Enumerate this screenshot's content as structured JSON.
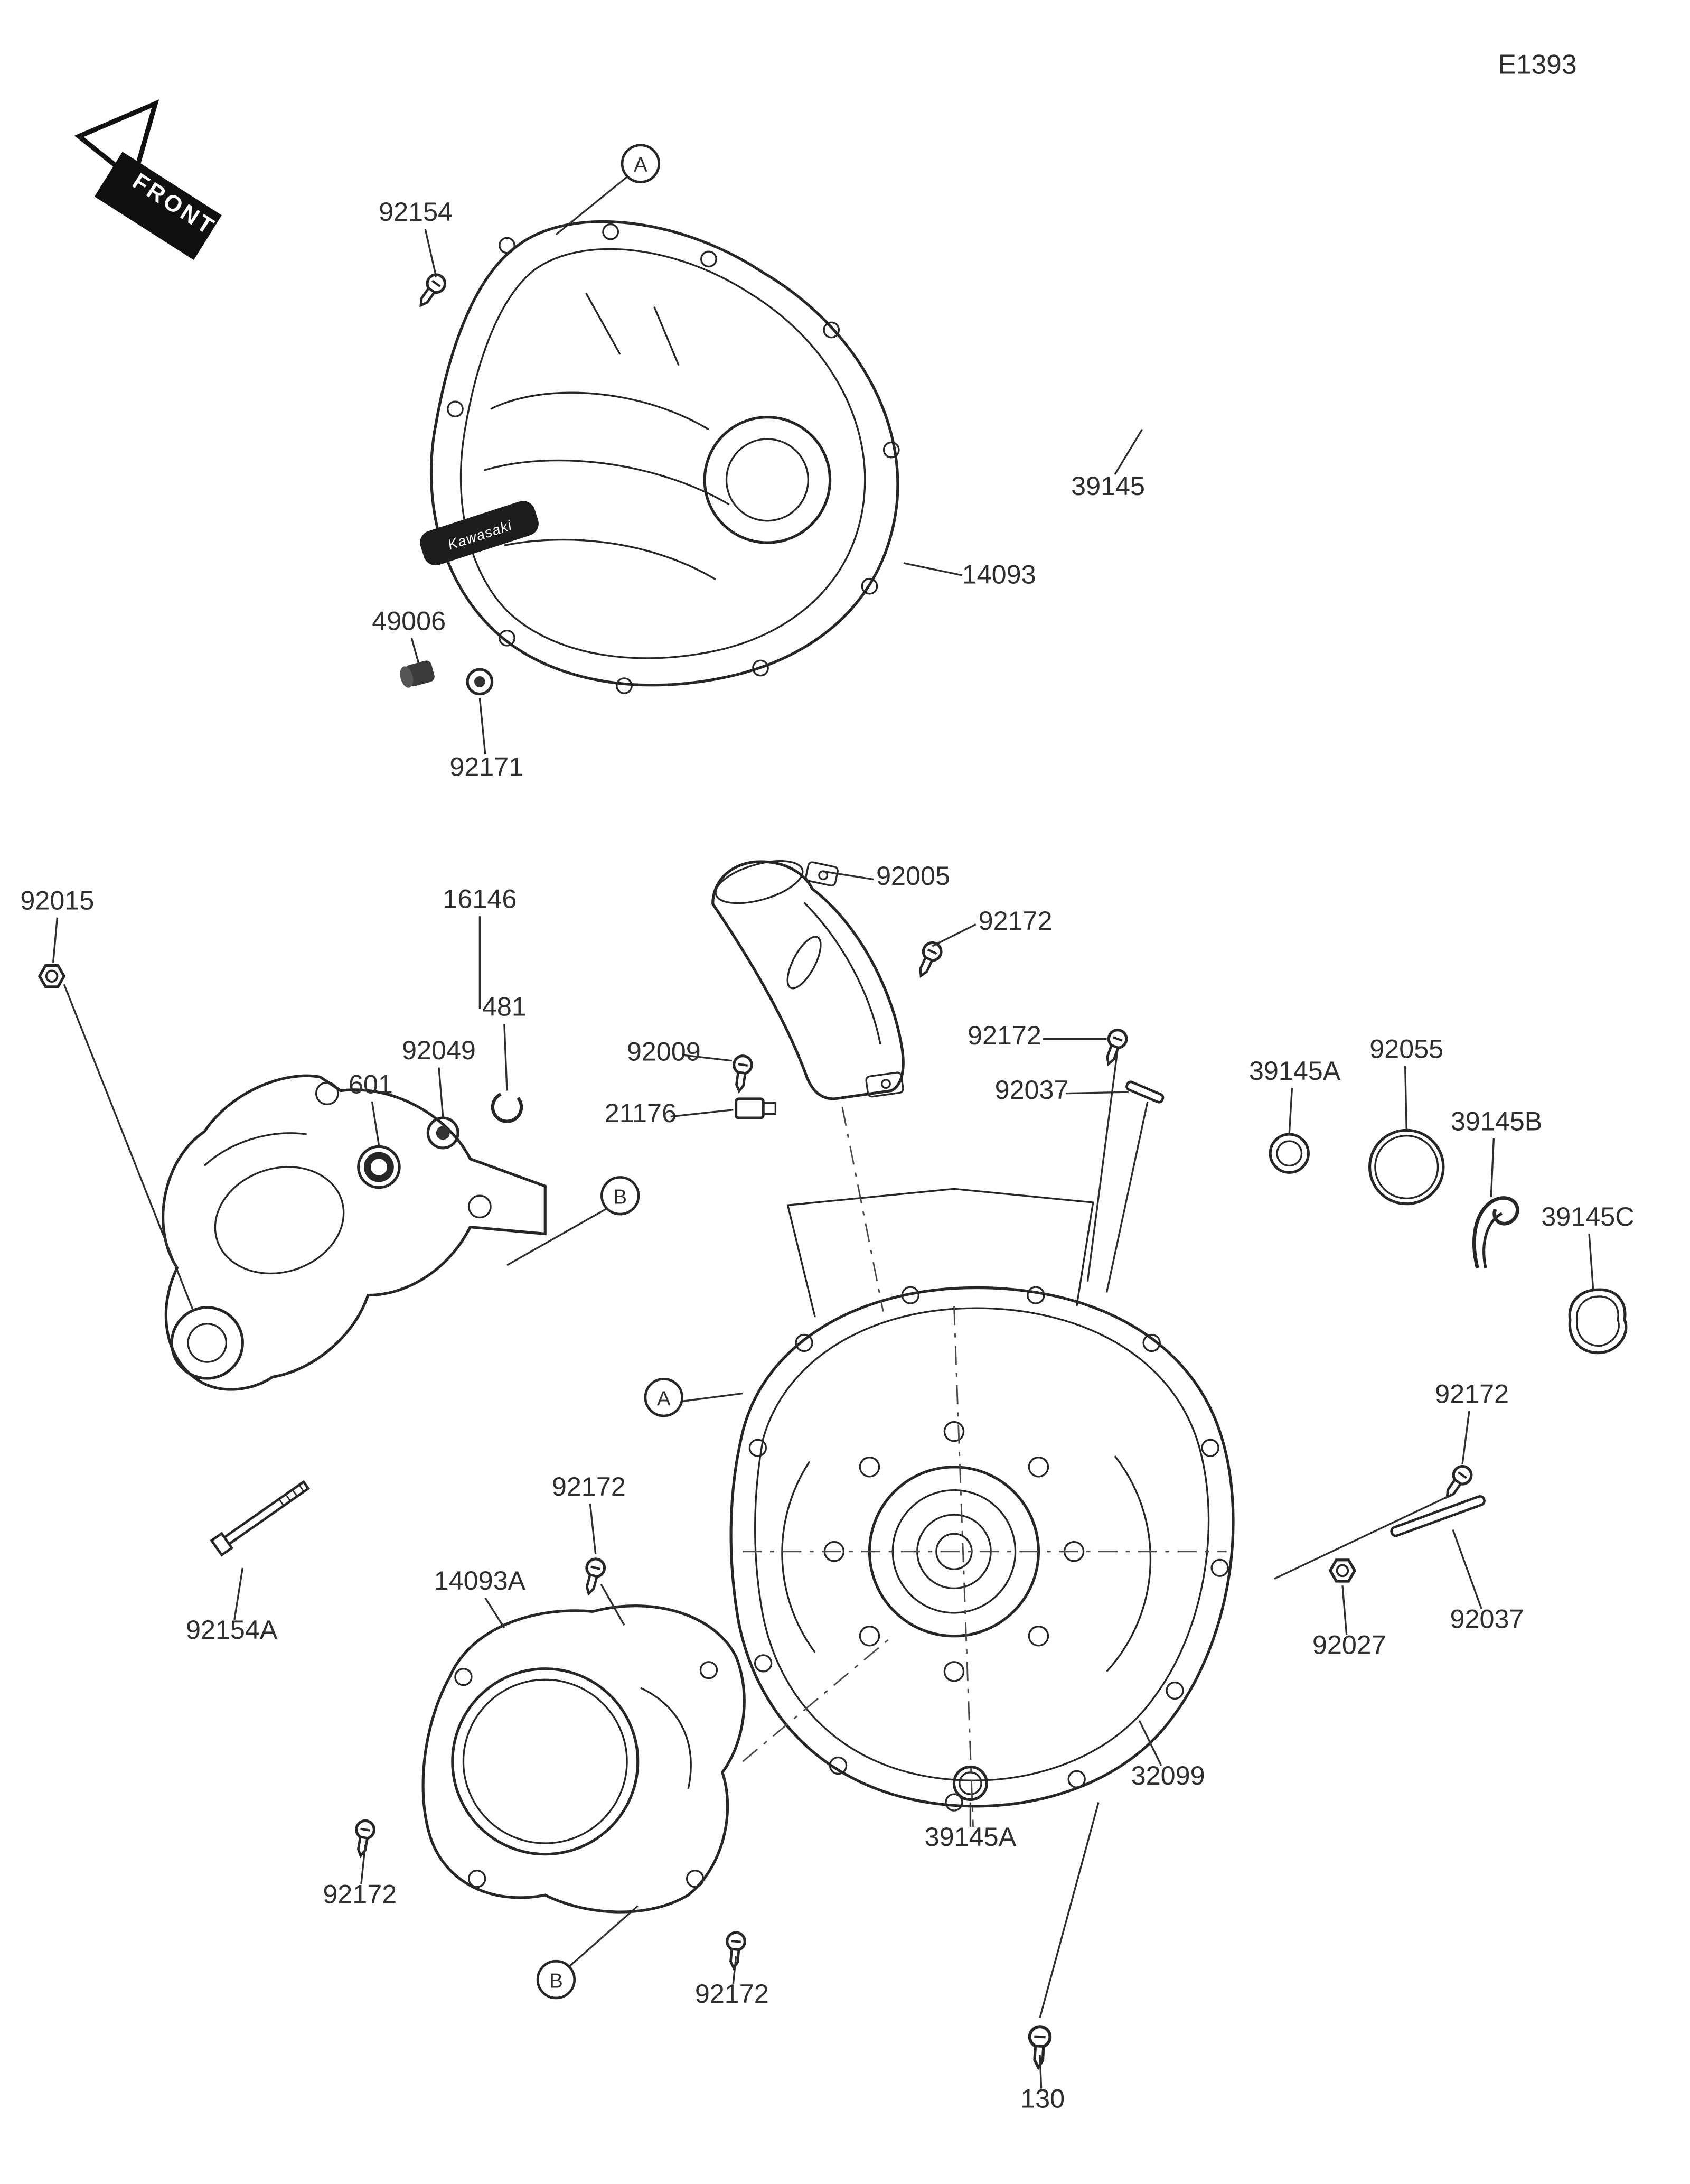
{
  "page": {
    "diagram_code": "E1393",
    "front_label": "FRONT",
    "brand_badge": "Kawasaki"
  },
  "callouts": {
    "a": "A",
    "b": "B"
  },
  "labels": [
    "92154",
    "39145",
    "14093",
    "49006",
    "92171",
    "92015",
    "16146",
    "481",
    "92049",
    "601",
    "92005",
    "92172",
    "92009",
    "21176",
    "92172",
    "92037",
    "39145A",
    "92055",
    "39145B",
    "39145C",
    "92172",
    "92154A",
    "92172",
    "14093A",
    "92027",
    "92037",
    "32099",
    "39145A",
    "92172",
    "92172",
    "130"
  ]
}
